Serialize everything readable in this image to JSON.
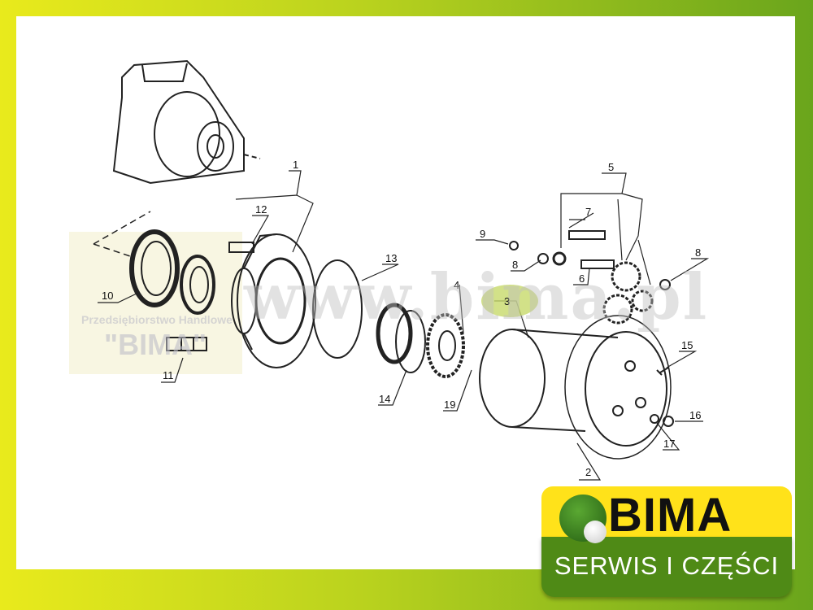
{
  "diagram": {
    "labels": [
      "1",
      "2",
      "3",
      "4",
      "5",
      "6",
      "7",
      "8",
      "8",
      "9",
      "10",
      "11",
      "12",
      "13",
      "14",
      "15",
      "16",
      "17",
      "19"
    ]
  },
  "watermark": {
    "url": "www.bima.pl",
    "company": "Przedsiębiorstwo Handlowe",
    "name": "\"BIMA\""
  },
  "logo": {
    "name": "BIMA",
    "tagline": "SERWIS I CZĘŚCI"
  },
  "colors": {
    "yellow": "#e9ea1c",
    "green": "#6aa51c",
    "logo_yellow": "#ffe21a",
    "logo_green": "#4f8a16"
  }
}
